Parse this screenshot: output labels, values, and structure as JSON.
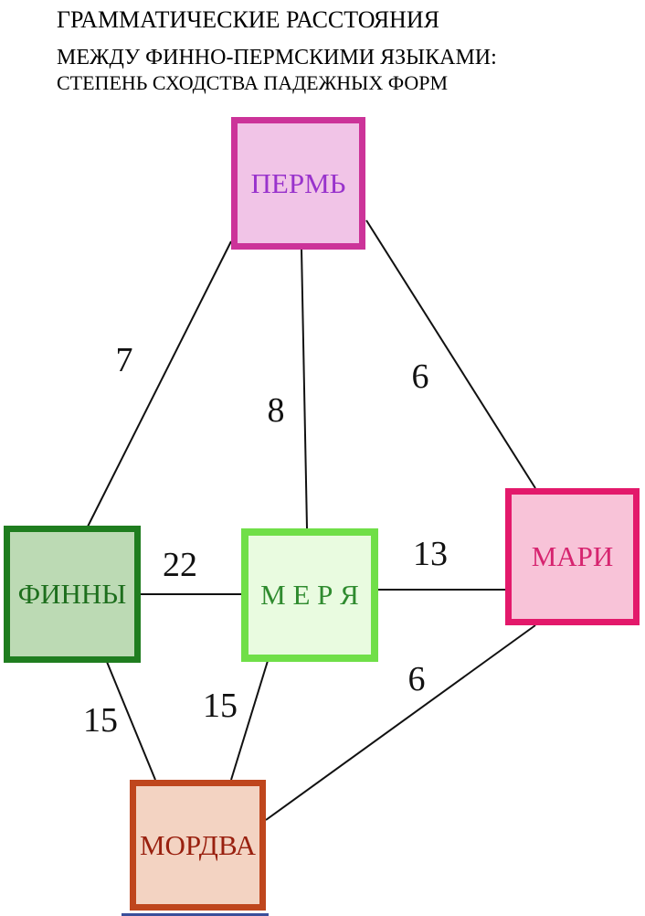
{
  "title": {
    "lines": [
      "ГРАММАТИЧЕСКИЕ РАССТОЯНИЯ",
      "МЕЖДУ ФИННО-ПЕРМСКИМИ ЯЗЫКАМИ:",
      "СТЕПЕНЬ СХОДСТВА ПАДЕЖНЫХ ФОРМ"
    ]
  },
  "nodes": {
    "perm": {
      "label": "ПЕРМЬ",
      "border_color": "#cc3399",
      "fill_color": "#f1c4e7",
      "text_color": "#9933cc"
    },
    "finns": {
      "label": "ФИННЫ",
      "border_color": "#1f7d1f",
      "fill_color": "#bcdab4",
      "text_color": "#1d6e1d"
    },
    "merya": {
      "label": "М Е Р Я",
      "border_color": "#70df48",
      "fill_color": "#e9fbe0",
      "text_color": "#2f8b2f"
    },
    "mari": {
      "label": "МАРИ",
      "border_color": "#e3196b",
      "fill_color": "#f8c3d8",
      "text_color": "#d6246f"
    },
    "mordva": {
      "label": "МОРДВА",
      "border_color": "#bf461d",
      "fill_color": "#f3d3c2",
      "text_color": "#99200f"
    }
  },
  "edges": [
    {
      "from": "perm",
      "to": "finns",
      "weight": "7"
    },
    {
      "from": "perm",
      "to": "merya",
      "weight": "8"
    },
    {
      "from": "perm",
      "to": "mari",
      "weight": "6"
    },
    {
      "from": "finns",
      "to": "merya",
      "weight": "22"
    },
    {
      "from": "merya",
      "to": "mari",
      "weight": "13"
    },
    {
      "from": "finns",
      "to": "mordva",
      "weight": "15"
    },
    {
      "from": "merya",
      "to": "mordva",
      "weight": "15"
    },
    {
      "from": "mari",
      "to": "mordva",
      "weight": "6"
    }
  ],
  "edge_line_color": "#111111",
  "partial_bottom_bar_color": "#3a4f9b"
}
